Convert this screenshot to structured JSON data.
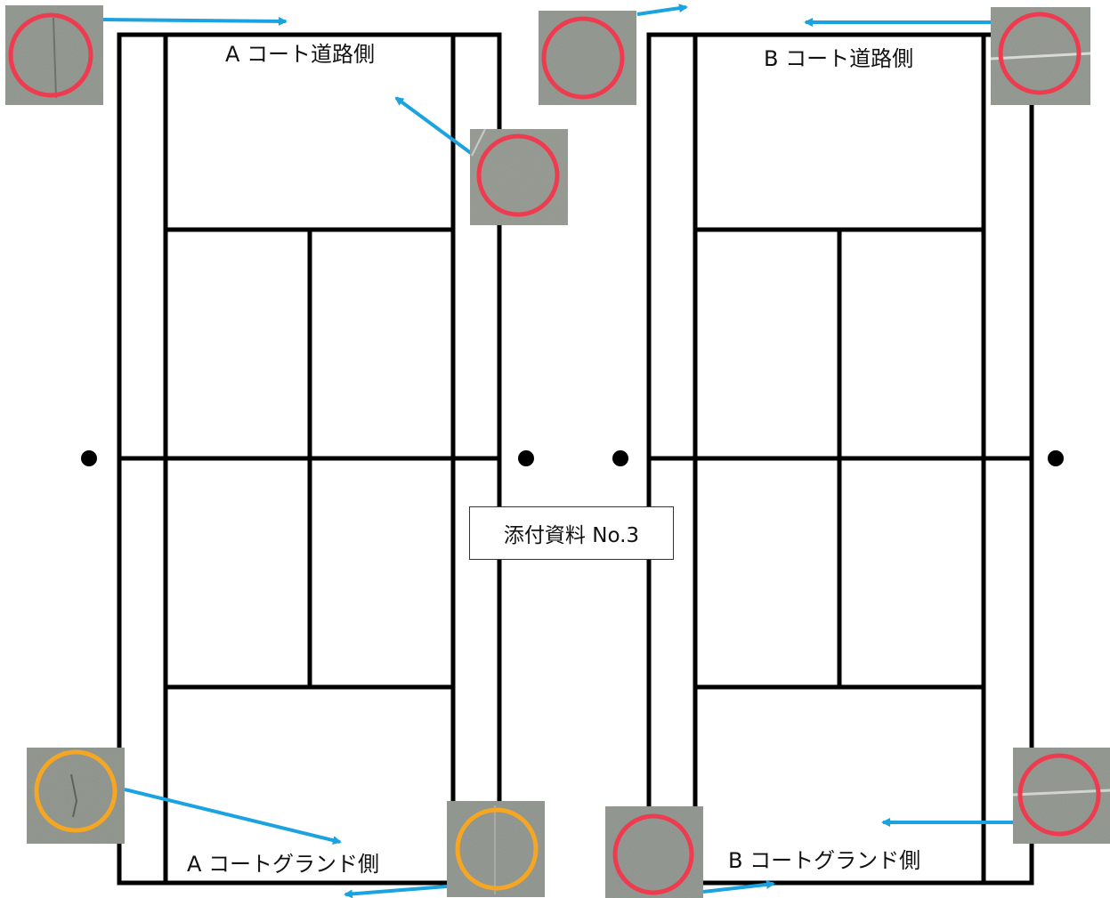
{
  "court_a": {
    "road_side_label": "A コート道路側",
    "ground_side_label": "A コートグランド側"
  },
  "court_b": {
    "road_side_label": "B コート道路側",
    "ground_side_label": "B コートグランド側"
  },
  "attachment_label": "添付資料 No.3",
  "colors": {
    "line": "#000000",
    "arrow": "#1aa3e0",
    "marker_red": "#ef3b4f",
    "marker_orange": "#f5a623",
    "photo_ground": "#8c918a"
  },
  "photo_markers": [
    {
      "court": "A",
      "location": "road-side top-left",
      "marker_color": "red"
    },
    {
      "court": "A",
      "location": "road-side right",
      "marker_color": "red"
    },
    {
      "court": "A",
      "location": "ground-side left",
      "marker_color": "orange"
    },
    {
      "court": "A",
      "location": "ground-side right",
      "marker_color": "orange"
    },
    {
      "court": "B",
      "location": "road-side top-left",
      "marker_color": "red"
    },
    {
      "court": "B",
      "location": "road-side top-right",
      "marker_color": "red"
    },
    {
      "court": "B",
      "location": "ground-side left",
      "marker_color": "red"
    },
    {
      "court": "B",
      "location": "ground-side right",
      "marker_color": "red"
    }
  ]
}
